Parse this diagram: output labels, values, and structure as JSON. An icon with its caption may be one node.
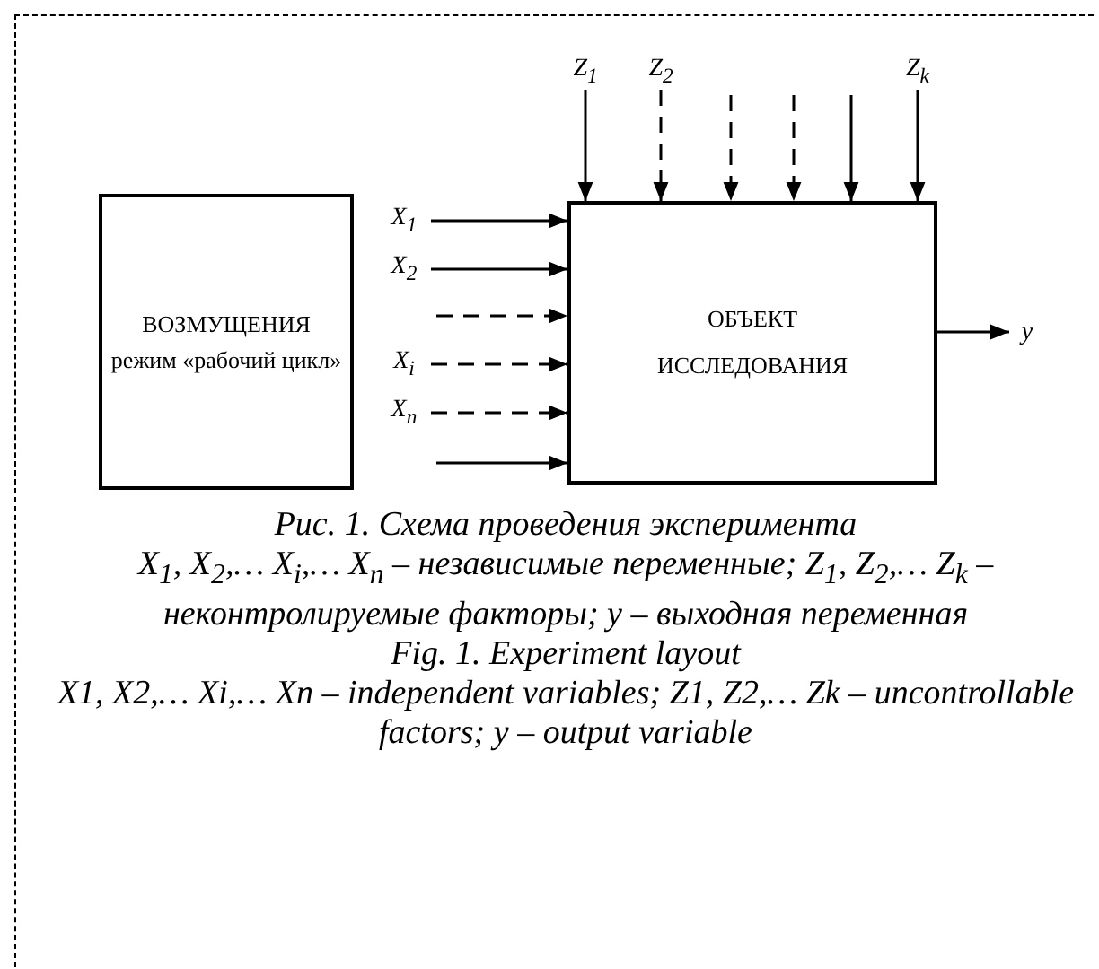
{
  "diagram": {
    "caption": "Рис. 1. Схема проведения эксперимента",
    "nodes": [
      {
        "text": [
          "ВОЗМУЩЕНИЯ",
          "режим «рабочий цикл»"
        ]
      },
      {
        "text": [
          "ОБЪЕКТ ИССЛЕДОВАНИЯ"
        ]
      },
      {
        "text": [
          "Z$_{1}$"
        ]
      },
      {
        "text": [
          "Z$_{2}$"
        ]
      },
      {
        "text": [
          "Z$_{k}$"
        ]
      },
      {
        "text": [
          "X$_{1}$"
        ]
      },
      {
        "text": [
          "X$_{2}$"
        ]
      },
      {
        "text": [
          "X$_{i}$"
        ]
      },
      {
        "text": [
          "X$_{n}$"
        ]
      },
      {
        "text": [
          "y"
        ]
      }
    ],
    "edges": [
      {
        "from": 2,
        "to": 1,
        "arrow": "to"
      },
      {
        "from": 3,
        "to": 1,
        "arrow": "to",
        "style": "dashed"
      },
      {
        "from": null,
        "to": 1,
        "arrow": "to",
        "style": "dashed"
      },
      {
        "from": null,
        "to": 1,
        "arrow": "to",
        "style": "dashed"
      },
      {
        "from": null,
        "to": 1,
        "arrow": "to"
      },
      {
        "from": 4,
        "to": 1,
        "arrow": "to"
      },
      {
        "from": 5,
        "to": 1,
        "arrow": "to"
      },
      {
        "from": 6,
        "to": 1,
        "arrow": "to"
      },
      {
        "from": null,
        "to": 1,
        "arrow": "to",
        "style": "dashed"
      },
      {
        "from": 7,
        "to": 1,
        "arrow": "to",
        "style": "dashed"
      },
      {
        "from": 8,
        "to": 1,
        "arrow": "to",
        "style": "dashed"
      },
      {
        "from": null,
        "to": 1,
        "arrow": "to"
      },
      {
        "from": 1,
        "to": 9,
        "arrow": "to"
      }
    ],
    "labels": [
      "X$_{1}$, X$_{2}$,… X$_{i}$,… X$_{n}$ – независимые переменные; Z$_{1}$, Z$_{2}$,… Z$_{k}$ – неконтролируемые факторы; y – выходная переменная",
      "Fig. 1. Experiment layout",
      "X1, X2,… Xi,… Xn – independent variables; Z1, Z2,… Zk – uncontrollable factors; y – output variable"
    ]
  }
}
